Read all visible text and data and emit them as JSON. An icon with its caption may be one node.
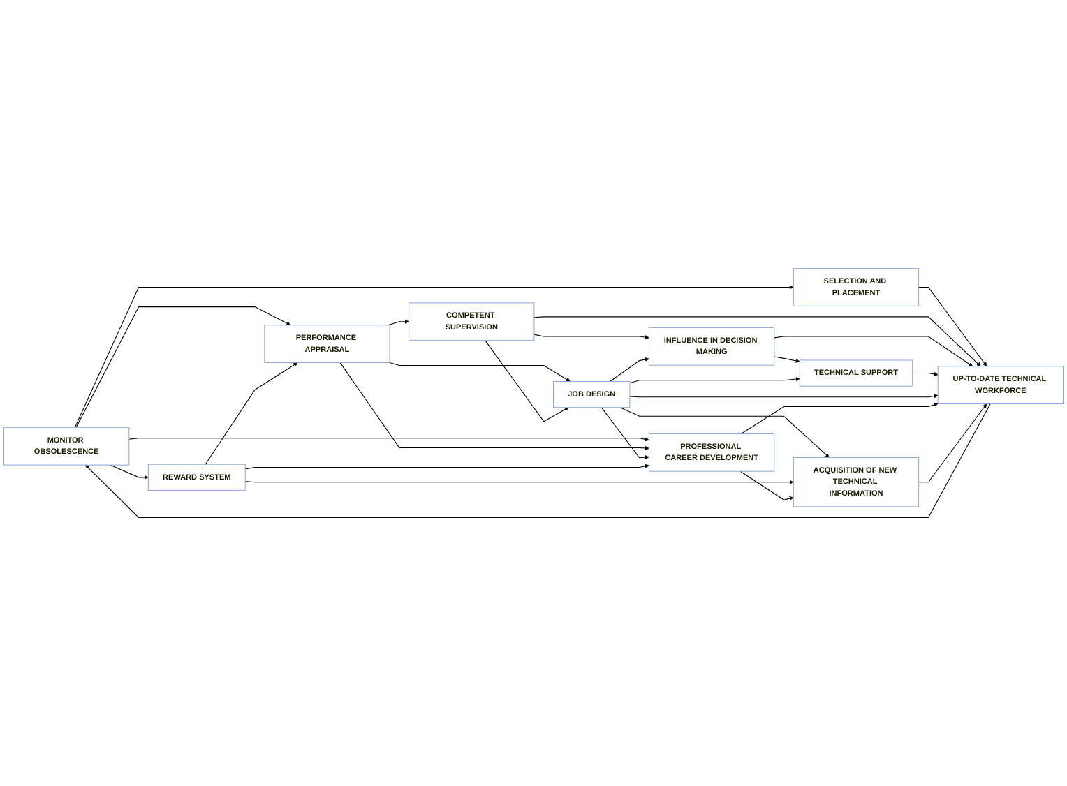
{
  "diagram": {
    "nodes": [
      {
        "text": [
          "MONITOR OBSOLESCENCE"
        ]
      },
      {
        "text": [
          "SELECTION AND PLACEMENT"
        ]
      },
      {
        "text": [
          "PERFORMANCE APPRAISAL"
        ]
      },
      {
        "text": [
          "COMPETENT SUPERVISION"
        ]
      },
      {
        "text": [
          "INFLUENCE IN DECISION MAKING"
        ]
      },
      {
        "text": [
          "TECHNICAL SUPPORT"
        ]
      },
      {
        "text": [
          "JOB DESIGN"
        ]
      },
      {
        "text": [
          "ACQUISITION OF NEW TECHNICAL INFORMATION"
        ]
      },
      {
        "text": [
          "REWARD SYSTEM"
        ]
      },
      {
        "text": [
          "PROFESSIONAL CAREER DEVELOPMENT"
        ]
      },
      {
        "text": [
          "UP-TO-DATE TECHNICAL WORKFORCE"
        ]
      }
    ],
    "edges": [
      {
        "from": 10,
        "to": 0,
        "arrow": "to"
      },
      {
        "from": 0,
        "to": 1,
        "arrow": "to"
      },
      {
        "from": 0,
        "to": 2,
        "arrow": "to"
      },
      {
        "from": 0,
        "to": 8,
        "arrow": "to"
      },
      {
        "from": 0,
        "to": 9,
        "arrow": "to"
      },
      {
        "from": 1,
        "to": 10,
        "arrow": "to"
      },
      {
        "from": 2,
        "to": 3,
        "arrow": "to"
      },
      {
        "from": 2,
        "to": 6,
        "arrow": "to"
      },
      {
        "from": 2,
        "to": 9,
        "arrow": "to"
      },
      {
        "from": 3,
        "to": 4,
        "arrow": "to"
      },
      {
        "from": 3,
        "to": 6,
        "arrow": "to"
      },
      {
        "from": 3,
        "to": 10,
        "arrow": "to"
      },
      {
        "from": 4,
        "to": 5,
        "arrow": "to"
      },
      {
        "from": 4,
        "to": 10,
        "arrow": "to"
      },
      {
        "from": 5,
        "to": 10,
        "arrow": "to"
      },
      {
        "from": 6,
        "to": 4,
        "arrow": "to"
      },
      {
        "from": 6,
        "to": 5,
        "arrow": "to"
      },
      {
        "from": 6,
        "to": 10,
        "arrow": "to"
      },
      {
        "from": 6,
        "to": 7,
        "arrow": "to"
      },
      {
        "from": 6,
        "to": 9,
        "arrow": "to"
      },
      {
        "from": 8,
        "to": 2,
        "arrow": "to"
      },
      {
        "from": 8,
        "to": 7,
        "arrow": "to"
      },
      {
        "from": 8,
        "to": 9,
        "arrow": "to"
      },
      {
        "from": 9,
        "to": 7,
        "arrow": "to"
      },
      {
        "from": 9,
        "to": 10,
        "arrow": "to"
      },
      {
        "from": 7,
        "to": 10,
        "arrow": "to"
      }
    ]
  }
}
